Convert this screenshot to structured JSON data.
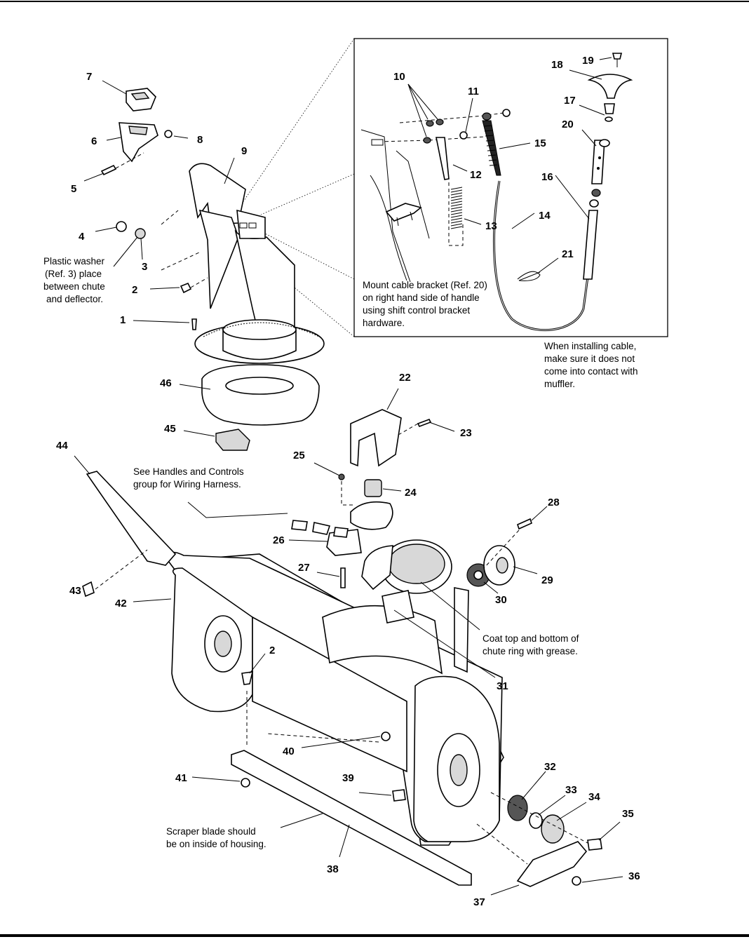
{
  "callouts": {
    "c1": "1",
    "c2a": "2",
    "c2b": "2",
    "c3": "3",
    "c4": "4",
    "c5": "5",
    "c6": "6",
    "c7": "7",
    "c8": "8",
    "c9": "9",
    "c10": "10",
    "c11": "11",
    "c12": "12",
    "c13": "13",
    "c14": "14",
    "c15": "15",
    "c16": "16",
    "c17": "17",
    "c18": "18",
    "c19": "19",
    "c20": "20",
    "c21": "21",
    "c22": "22",
    "c23": "23",
    "c24": "24",
    "c25": "25",
    "c26": "26",
    "c27": "27",
    "c28": "28",
    "c29": "29",
    "c30": "30",
    "c31": "31",
    "c32": "32",
    "c33": "33",
    "c34": "34",
    "c35": "35",
    "c36": "36",
    "c37": "37",
    "c38": "38",
    "c39": "39",
    "c40": "40",
    "c41": "41",
    "c42": "42",
    "c43": "43",
    "c44": "44",
    "c45": "45",
    "c46": "46"
  },
  "notes": {
    "plastic_washer": [
      "Plastic washer",
      "(Ref. 3) place",
      "between chute",
      "and deflector."
    ],
    "mount_cable": [
      "Mount cable bracket (Ref. 20)",
      "on right hand side of handle",
      "using shift control bracket",
      "hardware."
    ],
    "installing_cable": [
      "When installing cable,",
      "make sure it does not",
      "come into contact with",
      "muffler."
    ],
    "handles_controls": [
      "See Handles and Controls",
      "group for Wiring Harness."
    ],
    "coat_grease": [
      "Coat top and bottom of",
      "chute ring with grease."
    ],
    "scraper_blade": [
      "Scraper blade should",
      "be on inside of housing."
    ]
  }
}
